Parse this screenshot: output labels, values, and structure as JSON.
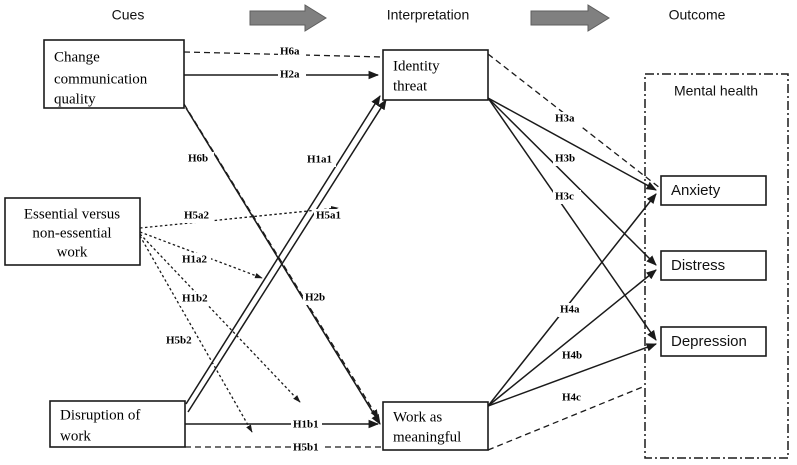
{
  "figure": {
    "type": "path-diagram",
    "columns": [
      {
        "id": "cues",
        "label": "Cues"
      },
      {
        "id": "interpretation",
        "label": "Interpretation"
      },
      {
        "id": "outcome",
        "label": "Outcome"
      }
    ],
    "flow_arrows": [
      {
        "name": "cues-to-interpretation-arrow"
      },
      {
        "name": "interpretation-to-outcome-arrow"
      }
    ],
    "nodes": {
      "change_communication_quality": {
        "lines": [
          "Change",
          "communication",
          "quality"
        ]
      },
      "essential_versus_non_essential_work": {
        "lines": [
          "Essential versus",
          "non-essential",
          "work"
        ]
      },
      "disruption_of_work": {
        "lines": [
          "Disruption of",
          "work"
        ]
      },
      "identity_threat": {
        "lines": [
          "Identity",
          "threat"
        ]
      },
      "work_as_meaningful": {
        "lines": [
          "Work as",
          "meaningful"
        ]
      },
      "mental_health_group": {
        "label": "Mental health"
      },
      "anxiety": {
        "label": "Anxiety"
      },
      "distress": {
        "label": "Distress"
      },
      "depression": {
        "label": "Depression"
      }
    },
    "hypothesis_labels": {
      "h6a": "H6a",
      "h2a": "H2a",
      "h6b": "H6b",
      "h1a1": "H1a1",
      "h5a2": "H5a2",
      "h5a1": "H5a1",
      "h1a2": "H1a2",
      "h1b2": "H1b2",
      "h2b": "H2b",
      "h5b2": "H5b2",
      "h1b1": "H1b1",
      "h5b1": "H5b1",
      "h3a": "H3a",
      "h3b": "H3b",
      "h3c": "H3c",
      "h4a": "H4a",
      "h4b": "H4b",
      "h4c": "H4c"
    },
    "colors": {
      "line": "#1a1a1a",
      "flow_arrow_fill": "#808080",
      "background": "#ffffff"
    }
  }
}
